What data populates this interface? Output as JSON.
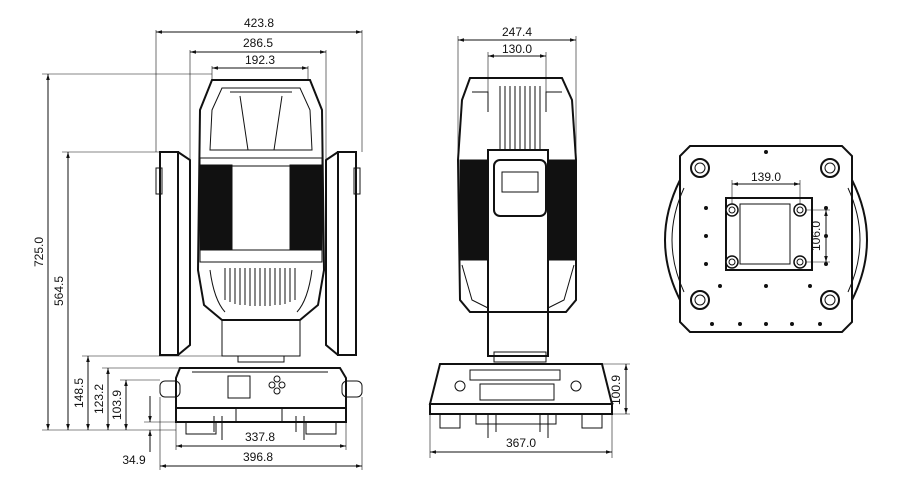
{
  "front_view": {
    "dims": {
      "width_overall": "423.8",
      "width_head": "286.5",
      "width_top": "192.3",
      "height_total": "725.0",
      "height_arm": "564.5",
      "height_base": "148.5",
      "height_handle": "123.2",
      "height_lower": "103.9",
      "foot_height": "34.9",
      "base_inner_width": "337.8",
      "base_outer_width": "396.8"
    }
  },
  "side_view": {
    "dims": {
      "width_overall": "247.4",
      "width_top": "130.0",
      "base_height": "100.9",
      "base_width": "367.0"
    }
  },
  "bottom_view": {
    "dims": {
      "mount_width": "139.0",
      "mount_height": "106.0"
    }
  }
}
